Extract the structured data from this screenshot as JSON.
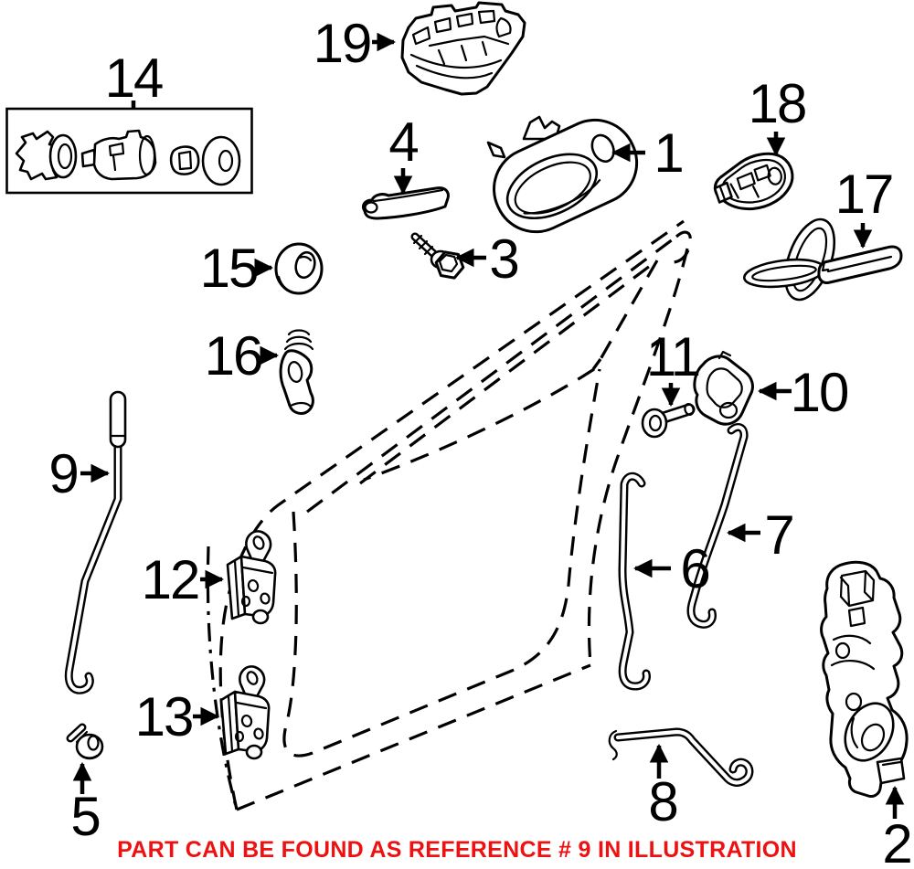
{
  "page": {
    "background": "#ffffff",
    "line_color": "#000000"
  },
  "footer": {
    "text": "PART CAN BE FOUND AS REFERENCE # 9 IN ILLUSTRATION",
    "color": "#ee1111"
  },
  "callouts": [
    {
      "ref": "1"
    },
    {
      "ref": "2"
    },
    {
      "ref": "3"
    },
    {
      "ref": "4"
    },
    {
      "ref": "5"
    },
    {
      "ref": "6"
    },
    {
      "ref": "7"
    },
    {
      "ref": "8"
    },
    {
      "ref": "9"
    },
    {
      "ref": "10"
    },
    {
      "ref": "11"
    },
    {
      "ref": "12"
    },
    {
      "ref": "13"
    },
    {
      "ref": "14"
    },
    {
      "ref": "15"
    },
    {
      "ref": "16"
    },
    {
      "ref": "17"
    },
    {
      "ref": "18"
    },
    {
      "ref": "19"
    }
  ]
}
